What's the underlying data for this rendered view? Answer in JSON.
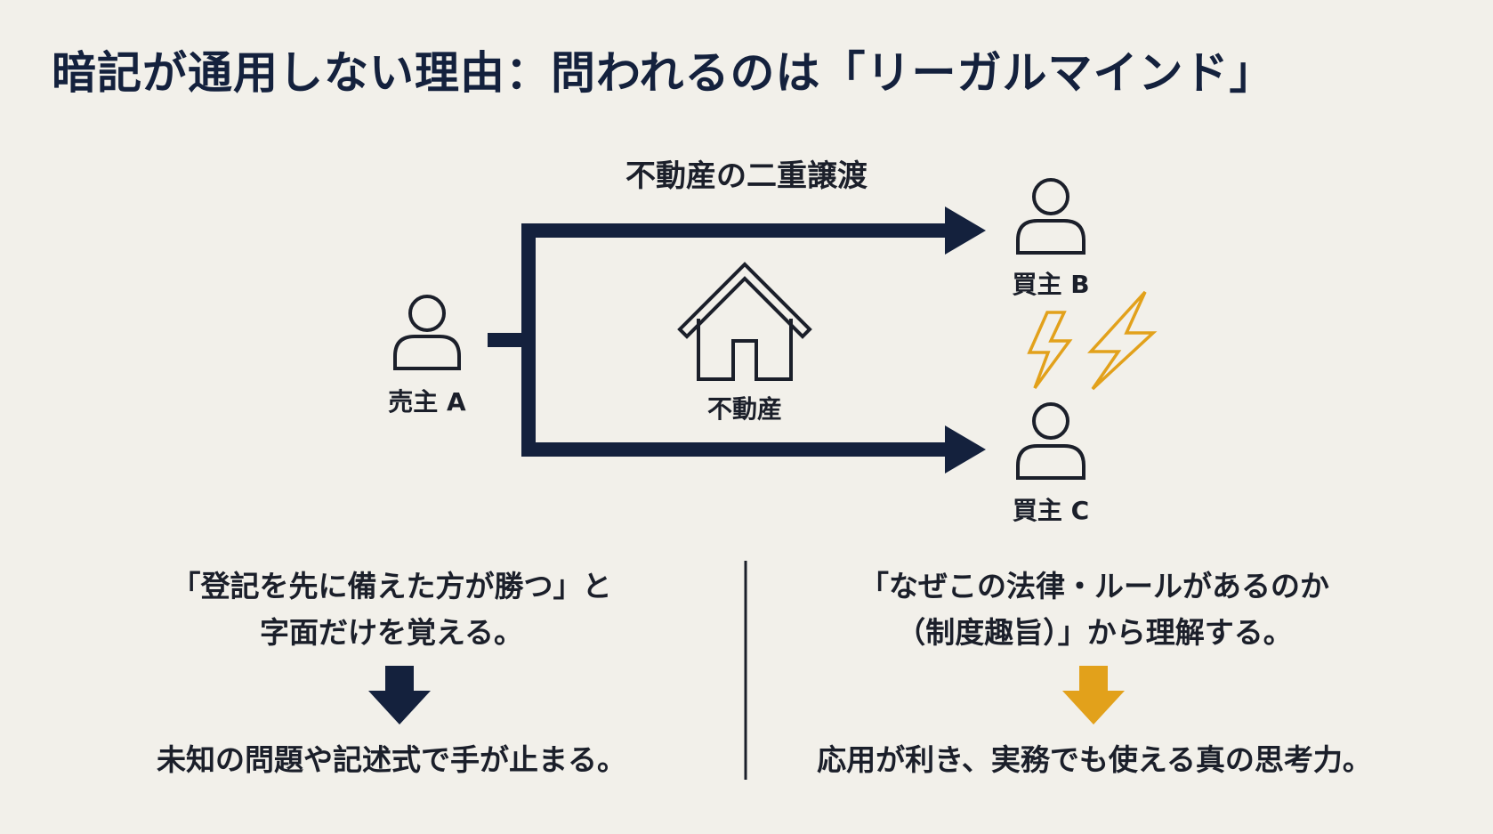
{
  "title": "暗記が通用しない理由：問われるのは「リーガルマインド」",
  "diagram": {
    "title": "不動産の二重譲渡",
    "seller_label": "売主 A",
    "property_label": "不動産",
    "buyer_b_label": "買主 B",
    "buyer_c_label": "買主 C",
    "icons": {
      "seller": "person-icon",
      "buyer_b": "person-icon",
      "buyer_c": "person-icon",
      "property": "house-icon",
      "conflict": "lightning-icon"
    },
    "colors": {
      "navy": "#14213d",
      "accent": "#e2a11b"
    }
  },
  "left": {
    "line1": "「登記を先に備えた方が勝つ」と",
    "line2": "字面だけを覚える。",
    "result": "未知の問題や記述式で手が止まる。"
  },
  "right": {
    "line1": "「なぜこの法律・ルールがあるのか",
    "line2": "（制度趣旨）」から理解する。",
    "result": "応用が利き、実務でも使える真の思考力。"
  }
}
